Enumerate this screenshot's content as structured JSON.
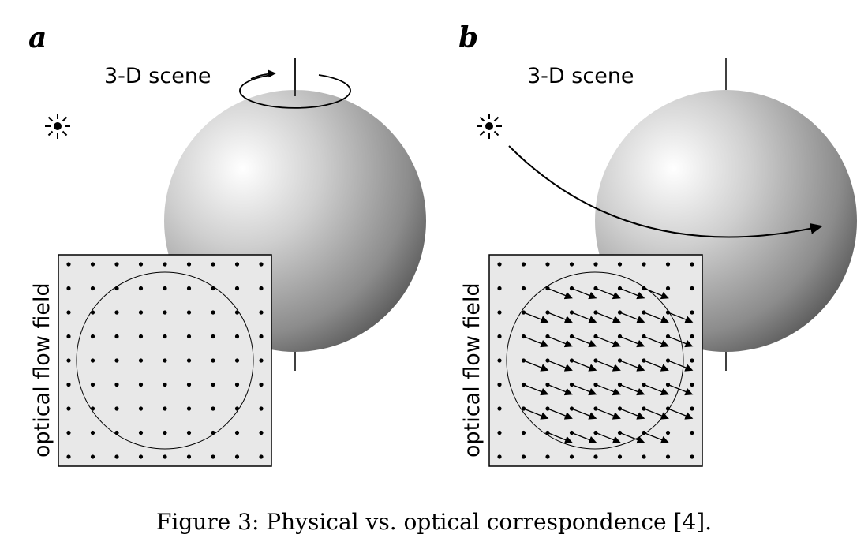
{
  "panels": [
    {
      "letter": "a",
      "scene_label": "3-D scene",
      "flow_label": "optical flow field",
      "motion": "sphere rotating about vertical axis",
      "flow_field": "zero"
    },
    {
      "letter": "b",
      "scene_label": "3-D scene",
      "flow_label": "optical flow field",
      "motion": "light source moving",
      "flow_field": "nonzero"
    }
  ],
  "caption": "Figure 3: Physical vs. optical correspondence [4].",
  "colors": {
    "background": "#ffffff",
    "flow_box_fill": "#e8e8e8",
    "ink": "#000000",
    "sphere_highlight": "#ffffff",
    "sphere_shadow": "#555555"
  },
  "icons": [
    "light-source-icon",
    "rotation-arrow-icon",
    "motion-path-arrow-icon"
  ]
}
